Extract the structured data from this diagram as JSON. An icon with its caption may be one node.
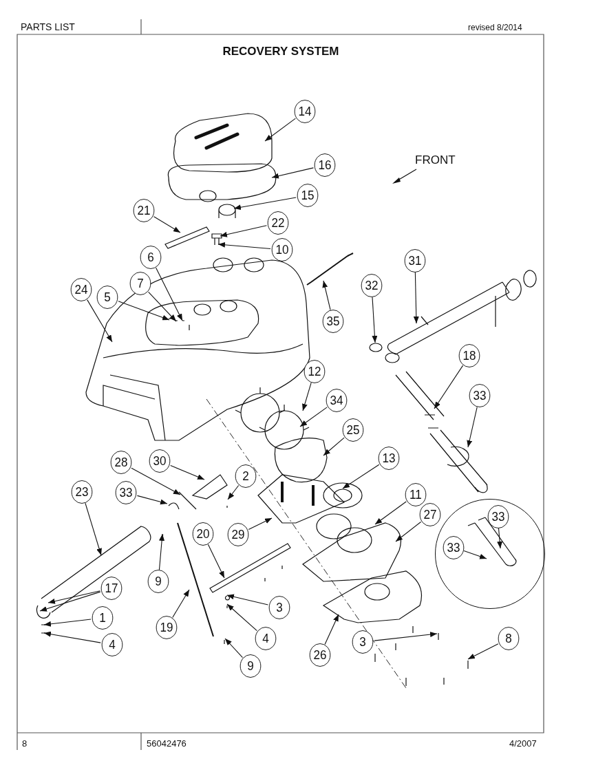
{
  "diagram": {
    "title": "RECOVERY SYSTEM",
    "nodes": [
      {
        "text": [
          "14"
        ]
      },
      {
        "text": [
          "16"
        ]
      },
      {
        "text": [
          "15"
        ]
      },
      {
        "text": [
          "21"
        ]
      },
      {
        "text": [
          "22"
        ]
      },
      {
        "text": [
          "10"
        ]
      },
      {
        "text": [
          "6"
        ]
      },
      {
        "text": [
          "7"
        ]
      },
      {
        "text": [
          "24"
        ]
      },
      {
        "text": [
          "5"
        ]
      },
      {
        "text": [
          "35"
        ]
      },
      {
        "text": [
          "32"
        ]
      },
      {
        "text": [
          "31"
        ]
      },
      {
        "text": [
          "18"
        ]
      },
      {
        "text": [
          "33"
        ]
      },
      {
        "text": [],
        "shape": "circle"
      },
      {
        "text": [
          "33"
        ],
        "in": 15
      },
      {
        "text": [
          "33"
        ],
        "in": 15
      },
      {
        "text": [
          "12"
        ]
      },
      {
        "text": [
          "34"
        ]
      },
      {
        "text": [
          "25"
        ]
      },
      {
        "text": [
          "13"
        ]
      },
      {
        "text": [
          "11"
        ]
      },
      {
        "text": [
          "27"
        ]
      },
      {
        "text": [
          "30"
        ]
      },
      {
        "text": [
          "28"
        ]
      },
      {
        "text": [
          "33"
        ]
      },
      {
        "text": [
          "2"
        ]
      },
      {
        "text": [
          "23"
        ]
      },
      {
        "text": [
          "29"
        ]
      },
      {
        "text": [
          "20"
        ]
      },
      {
        "text": [
          "9"
        ]
      },
      {
        "text": [
          "17"
        ]
      },
      {
        "text": [
          "1"
        ]
      },
      {
        "text": [
          "4"
        ]
      },
      {
        "text": [
          "3"
        ]
      },
      {
        "text": [
          "19"
        ]
      },
      {
        "text": [
          "4"
        ]
      },
      {
        "text": [
          "9"
        ]
      },
      {
        "text": [
          "26"
        ]
      },
      {
        "text": [
          "3"
        ]
      },
      {
        "text": [
          "8"
        ]
      }
    ],
    "edges": [
      {
        "from": 0,
        "to": null,
        "arrow": "to"
      },
      {
        "from": 1,
        "to": null,
        "arrow": "to"
      },
      {
        "from": 2,
        "to": null,
        "arrow": "to"
      },
      {
        "from": 3,
        "to": null,
        "arrow": "to"
      },
      {
        "from": 4,
        "to": null,
        "arrow": "to"
      },
      {
        "from": 5,
        "to": null,
        "arrow": "to"
      },
      {
        "from": 6,
        "to": null,
        "arrow": "to"
      },
      {
        "from": 7,
        "to": null,
        "arrow": "to"
      },
      {
        "from": 8,
        "to": null,
        "arrow": "to"
      },
      {
        "from": 9,
        "to": null,
        "arrow": "to"
      },
      {
        "from": 10,
        "to": null,
        "arrow": "to"
      },
      {
        "from": 11,
        "to": null,
        "arrow": "to"
      },
      {
        "from": 12,
        "to": null,
        "arrow": "to"
      },
      {
        "from": 13,
        "to": null,
        "arrow": "to"
      },
      {
        "from": 14,
        "to": null,
        "arrow": "to"
      },
      {
        "from": 16,
        "to": null,
        "arrow": "to"
      },
      {
        "from": 17,
        "to": null,
        "arrow": "to"
      },
      {
        "from": 18,
        "to": null,
        "arrow": "to"
      },
      {
        "from": 19,
        "to": null,
        "arrow": "to"
      },
      {
        "from": 20,
        "to": null,
        "arrow": "to"
      },
      {
        "from": 21,
        "to": null,
        "arrow": "to"
      },
      {
        "from": 22,
        "to": null,
        "arrow": "to"
      },
      {
        "from": 23,
        "to": null,
        "arrow": "to"
      },
      {
        "from": 24,
        "to": null,
        "arrow": "to"
      },
      {
        "from": 25,
        "to": null,
        "arrow": "to"
      },
      {
        "from": 26,
        "to": null,
        "arrow": "to"
      },
      {
        "from": 27,
        "to": null,
        "arrow": "to"
      },
      {
        "from": 28,
        "to": null,
        "arrow": "to"
      },
      {
        "from": 29,
        "to": null,
        "arrow": "to"
      },
      {
        "from": 30,
        "to": null,
        "arrow": "to"
      },
      {
        "from": 31,
        "to": null,
        "arrow": "to"
      },
      {
        "from": 32,
        "to": null,
        "arrow": "to"
      },
      {
        "from": 32,
        "to": null,
        "arrow": "to"
      },
      {
        "from": 33,
        "to": null,
        "arrow": "to"
      },
      {
        "from": 34,
        "to": null,
        "arrow": "to"
      },
      {
        "from": 35,
        "to": null,
        "arrow": "to"
      },
      {
        "from": 36,
        "to": null,
        "arrow": "to"
      },
      {
        "from": 37,
        "to": null,
        "arrow": "to"
      },
      {
        "from": 38,
        "to": null,
        "arrow": "to"
      },
      {
        "from": 39,
        "to": null,
        "arrow": "to"
      },
      {
        "from": 40,
        "to": null,
        "arrow": "to"
      },
      {
        "from": 41,
        "to": null,
        "arrow": "to"
      }
    ],
    "labels": [
      "PARTS LIST",
      "revised 8/2014",
      "FRONT",
      "8",
      "56042476",
      "4/2007"
    ]
  }
}
